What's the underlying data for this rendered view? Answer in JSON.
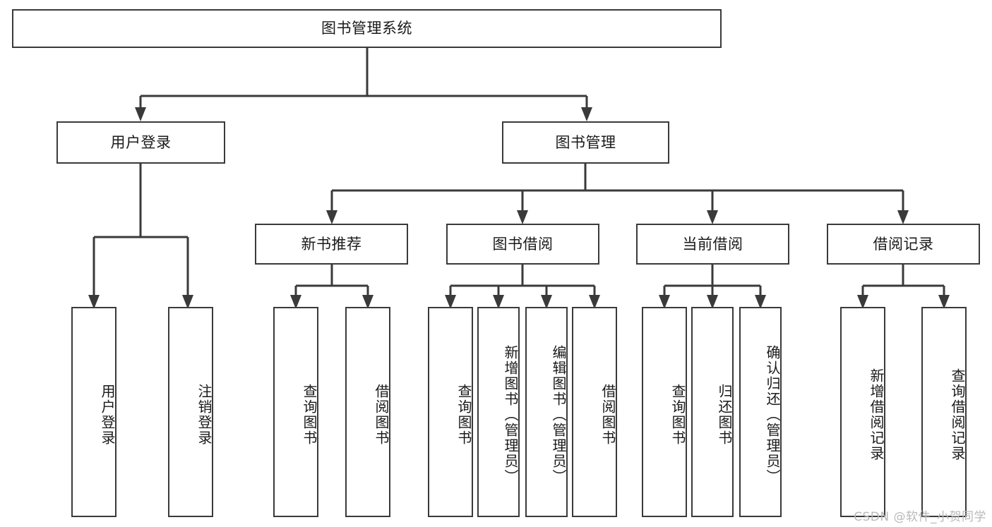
{
  "diagram": {
    "title": "图书管理系统",
    "type": "功能结构图",
    "root": {
      "id": "root",
      "label": "图书管理系统"
    },
    "level2": [
      {
        "id": "user-login",
        "label": "用户登录"
      },
      {
        "id": "book-manage",
        "label": "图书管理"
      }
    ],
    "level3": [
      {
        "id": "new-book-rec",
        "label": "新书推荐",
        "parent": "book-manage"
      },
      {
        "id": "book-borrow",
        "label": "图书借阅",
        "parent": "book-manage"
      },
      {
        "id": "current-borrow",
        "label": "当前借阅",
        "parent": "book-manage"
      },
      {
        "id": "borrow-record",
        "label": "借阅记录",
        "parent": "book-manage"
      }
    ],
    "leaves": [
      {
        "id": "leaf-user-login",
        "label": "用户登录",
        "parent": "user-login"
      },
      {
        "id": "leaf-user-logout",
        "label": "注销登录",
        "parent": "user-login"
      },
      {
        "id": "leaf-rec-query-book",
        "label": "查询图书",
        "parent": "new-book-rec"
      },
      {
        "id": "leaf-rec-borrow-book",
        "label": "借阅图书",
        "parent": "new-book-rec"
      },
      {
        "id": "leaf-borrow-query-book",
        "label": "查询图书",
        "parent": "book-borrow"
      },
      {
        "id": "leaf-borrow-add-book",
        "label": "新增图书（管理员）",
        "parent": "book-borrow"
      },
      {
        "id": "leaf-borrow-edit-book",
        "label": "编辑图书（管理员）",
        "parent": "book-borrow"
      },
      {
        "id": "leaf-borrow-borrow-book",
        "label": "借阅图书",
        "parent": "book-borrow"
      },
      {
        "id": "leaf-current-query-book",
        "label": "查询图书",
        "parent": "current-borrow"
      },
      {
        "id": "leaf-current-return-book",
        "label": "归还图书",
        "parent": "current-borrow"
      },
      {
        "id": "leaf-current-confirm-return",
        "label": "确认归还（管理员）",
        "parent": "current-borrow"
      },
      {
        "id": "leaf-record-add",
        "label": "新增借阅记录",
        "parent": "borrow-record"
      },
      {
        "id": "leaf-record-query",
        "label": "查询借阅记录",
        "parent": "borrow-record"
      }
    ],
    "watermark": "CSDN @软件_小贺同学",
    "colors": {
      "stroke": "#3a3a3a",
      "fill": "#ffffff",
      "text": "#1a1a1a",
      "watermark": "#b9b9b9"
    }
  }
}
